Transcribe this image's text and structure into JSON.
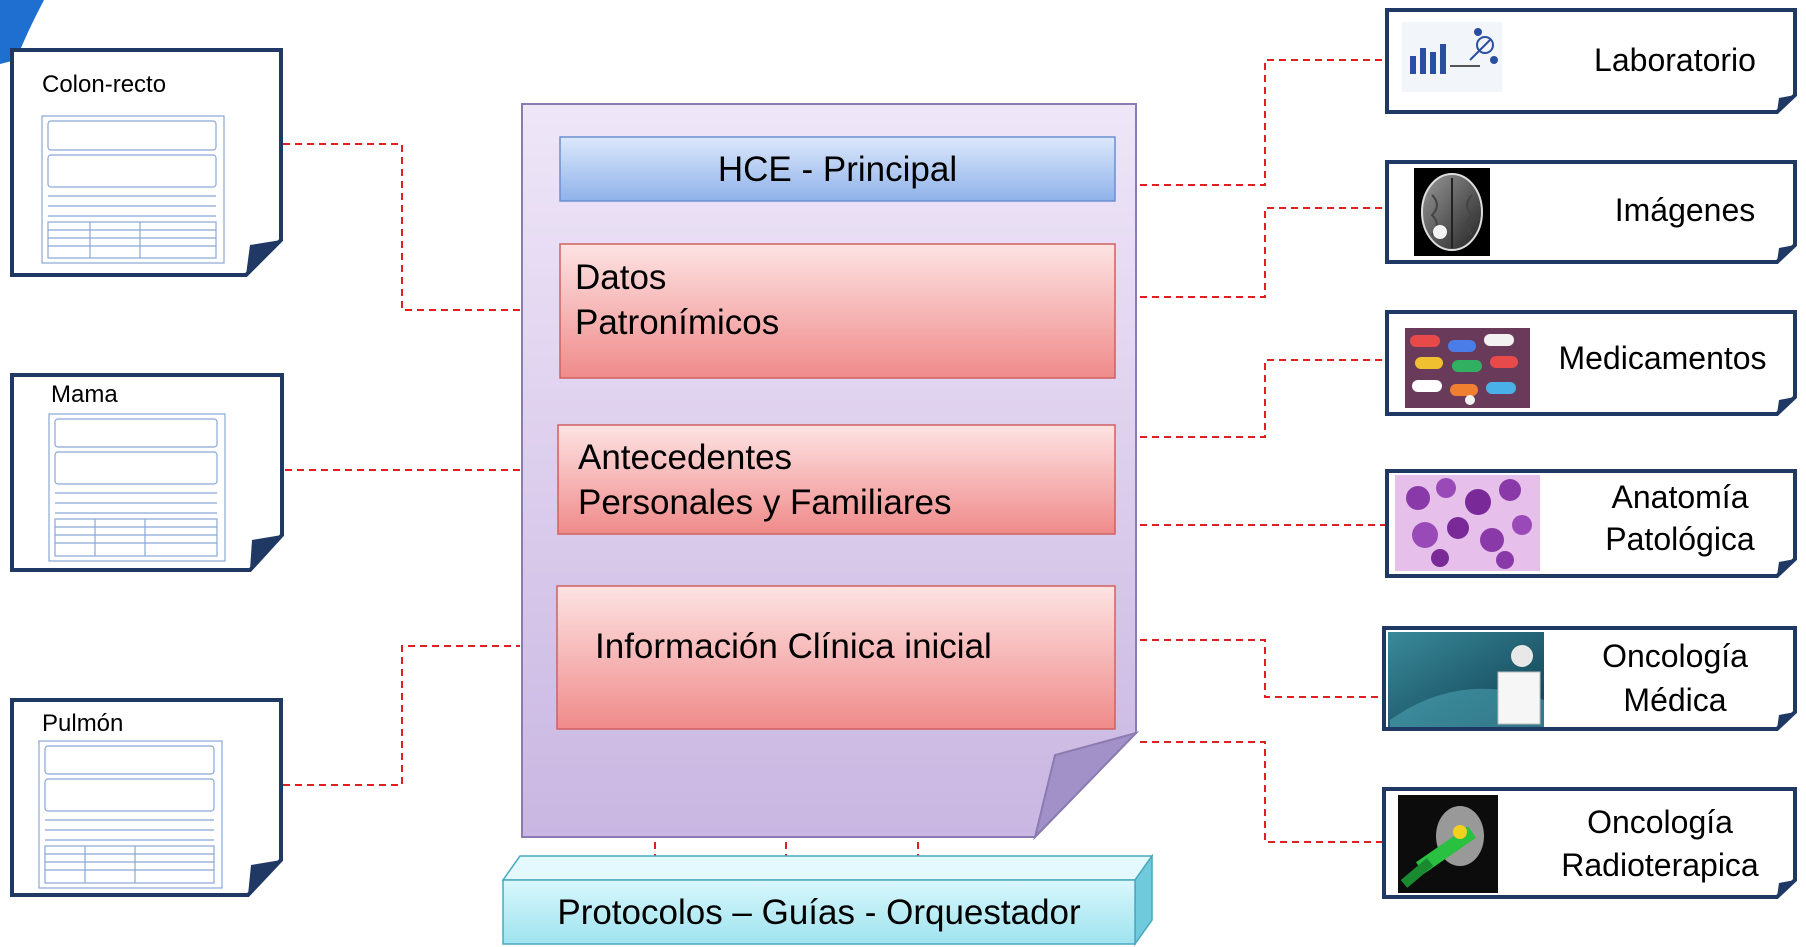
{
  "left_docs": [
    {
      "title": "Colon-recto"
    },
    {
      "title": "Mama"
    },
    {
      "title": "Pulmón"
    }
  ],
  "center": {
    "header": "HCE - Principal",
    "sections": [
      {
        "line1": "Datos",
        "line2": "Patronímicos"
      },
      {
        "line1": "Antecedentes",
        "line2": "Personales y Familiares"
      },
      {
        "line1": "Información Clínica inicial",
        "line2": ""
      }
    ],
    "base": "Protocolos – Guías - Orquestador"
  },
  "right_modules": [
    {
      "line1": "Laboratorio",
      "line2": "",
      "icon": "lab-icon"
    },
    {
      "line1": "Imágenes",
      "line2": "",
      "icon": "brain-scan-icon"
    },
    {
      "line1": "Medicamentos",
      "line2": "",
      "icon": "pills-icon"
    },
    {
      "line1": "Anatomía",
      "line2": "Patológica",
      "icon": "cells-icon"
    },
    {
      "line1": "Oncología",
      "line2": "Médica",
      "icon": "oncology-icon"
    },
    {
      "line1": "Oncología",
      "line2": "Radioterapica",
      "icon": "radiotherapy-icon"
    }
  ],
  "colors": {
    "connector": "#e02020",
    "doc_border": "#1f3864",
    "center_fill": "#dcd0ec",
    "header_fill": "#a8c4f0",
    "section_fill": "#f7a8a8",
    "base_fill": "#bfeef6"
  }
}
